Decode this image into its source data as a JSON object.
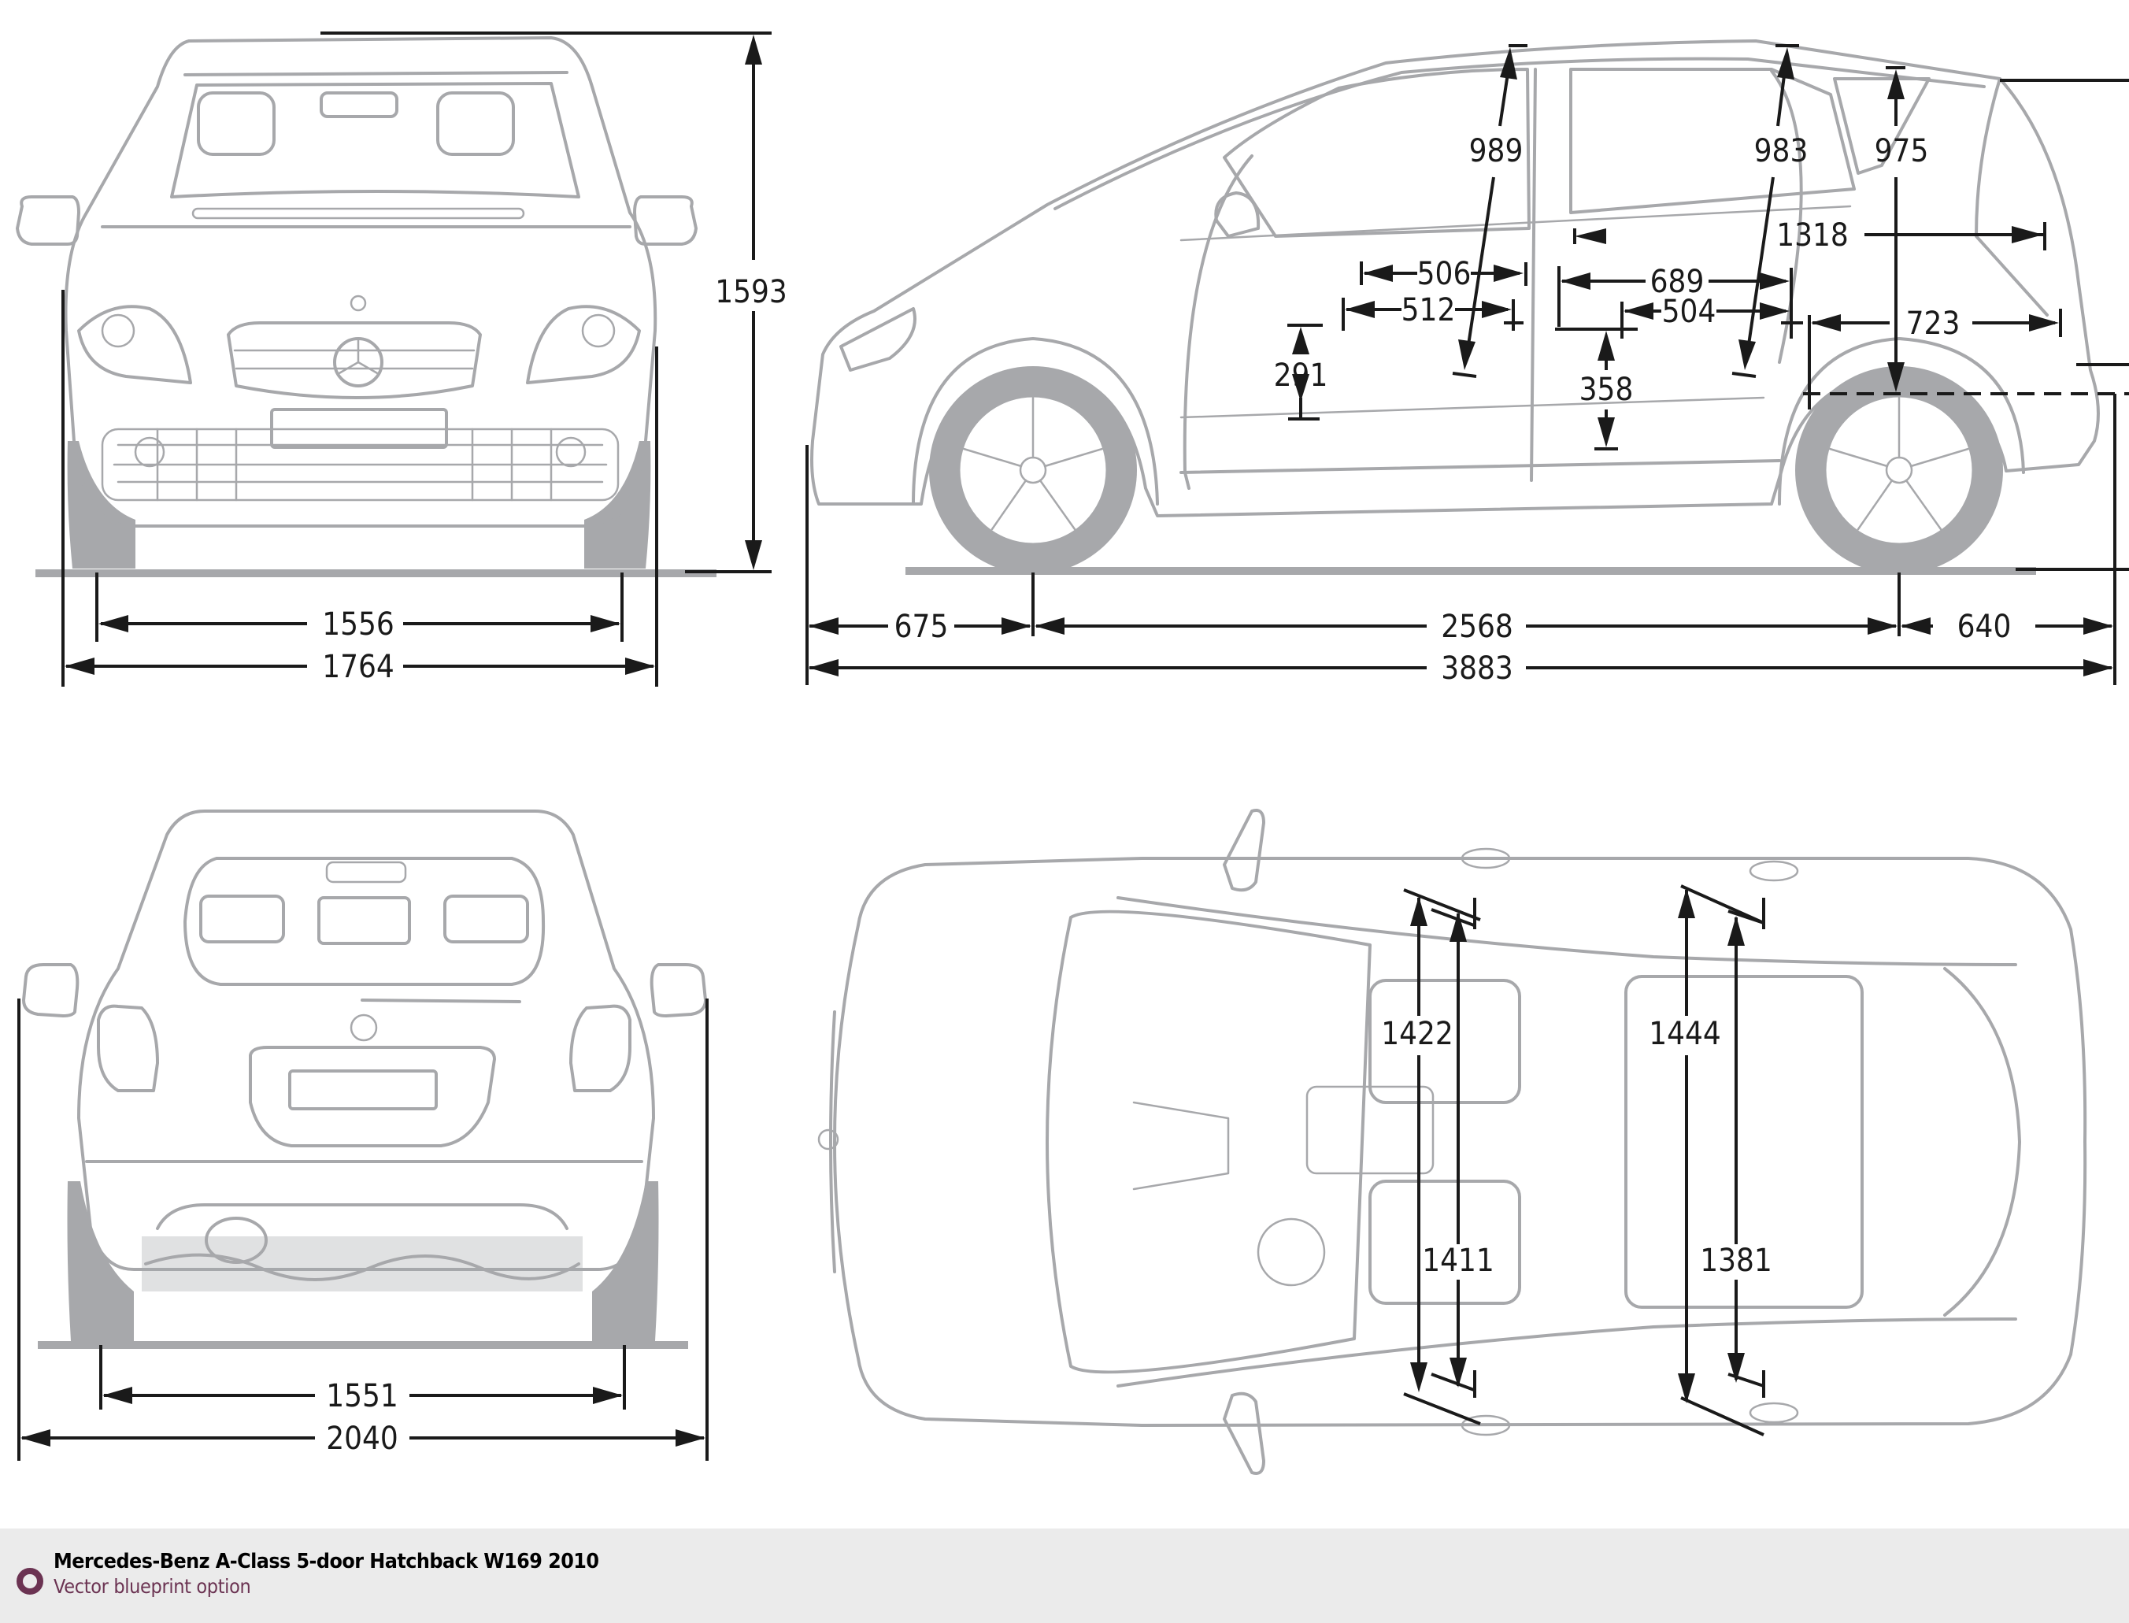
{
  "document": {
    "title": "Mercedes-Benz A-Class 5-door Hatchback W169 2010",
    "subtitle": "Vector blueprint option",
    "brand_color": "#6b3352",
    "line_color": "#a7a8ab",
    "dimension_color": "#1a1a1a",
    "units": "mm"
  },
  "views": {
    "front": {
      "name": "Front view",
      "dimensions": {
        "height": "1593",
        "track_front": "1556",
        "width_body": "1764"
      }
    },
    "side": {
      "name": "Side view",
      "dimensions": {
        "front_overhang": "675",
        "wheelbase": "2568",
        "rear_overhang": "640",
        "length": "3883",
        "headroom_front": "989",
        "headroom_rear": "983",
        "cargo_height": "975",
        "legroom_front": "506",
        "seat_depth_front": "512",
        "legroom_rear": "689",
        "seat_depth_rear": "504",
        "cargo_length_top": "1318",
        "cargo_length_floor": "723",
        "seat_height_front": "291",
        "seat_height_rear": "358"
      }
    },
    "rear": {
      "name": "Rear view",
      "dimensions": {
        "track_rear": "1551",
        "width_mirrors": "2040"
      }
    },
    "top": {
      "name": "Top view",
      "dimensions": {
        "shoulder_front": "1422",
        "elbow_front": "1411",
        "shoulder_rear": "1444",
        "elbow_rear": "1381"
      }
    }
  }
}
